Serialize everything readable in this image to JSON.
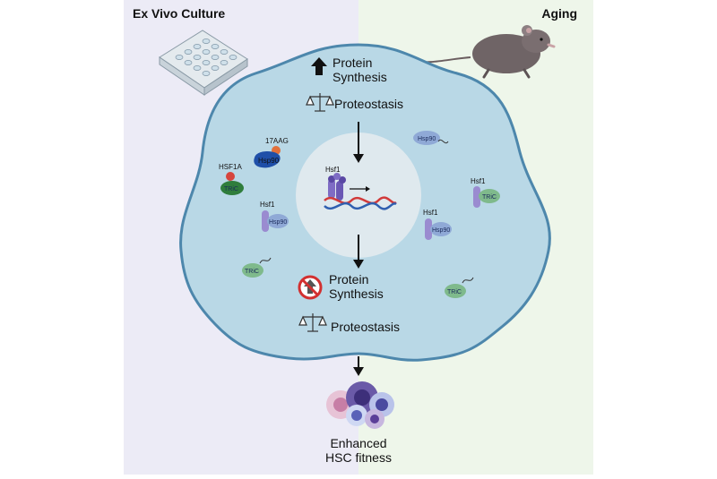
{
  "panels": {
    "left_title": "Ex Vivo Culture",
    "right_title": "Aging",
    "left_bg": "#ecebf6",
    "right_bg": "#eef6ea"
  },
  "cell": {
    "top": {
      "synthesis_line1": "Protein",
      "synthesis_line2": "Synthesis",
      "proteostasis": "Proteostasis"
    },
    "bottom": {
      "synthesis_line1": "Protein",
      "synthesis_line2": "Synthesis",
      "proteostasis": "Proteostasis"
    },
    "nucleus": {
      "hsf1_label": "Hsf1"
    },
    "inhibitors": {
      "drug_17aag": "17AAG",
      "hsp90": "Hsp90",
      "drug_hsf1a": "HSF1A",
      "tric": "TRiC"
    },
    "complexes": {
      "hsp90_free": "Hsp90",
      "hsf1_tric_label": "Hsf1",
      "tric_1": "TRiC",
      "hsf1_hsp90_left_label": "Hsf1",
      "hsp90_left": "Hsp90",
      "hsf1_hsp90_right_label": "Hsf1",
      "hsp90_right": "Hsp90",
      "tric_2": "TRiC",
      "tric_3": "TRiC"
    },
    "colors": {
      "cytoplasm": "#b9d8e6",
      "membrane": "#4d87ac",
      "nucleus": "#dfe9ee",
      "hsp90": "#3f6fc4",
      "tric": "#3c9a4f",
      "hsf1": "#8a78c8"
    }
  },
  "outcome": {
    "line1": "Enhanced",
    "line2": "HSC fitness"
  },
  "icons": [
    "well-plate-icon",
    "mouse-icon",
    "up-arrow-icon",
    "balance-scale-icon",
    "no-synthesis-icon",
    "dna-helix-icon",
    "blood-cells-icon"
  ]
}
